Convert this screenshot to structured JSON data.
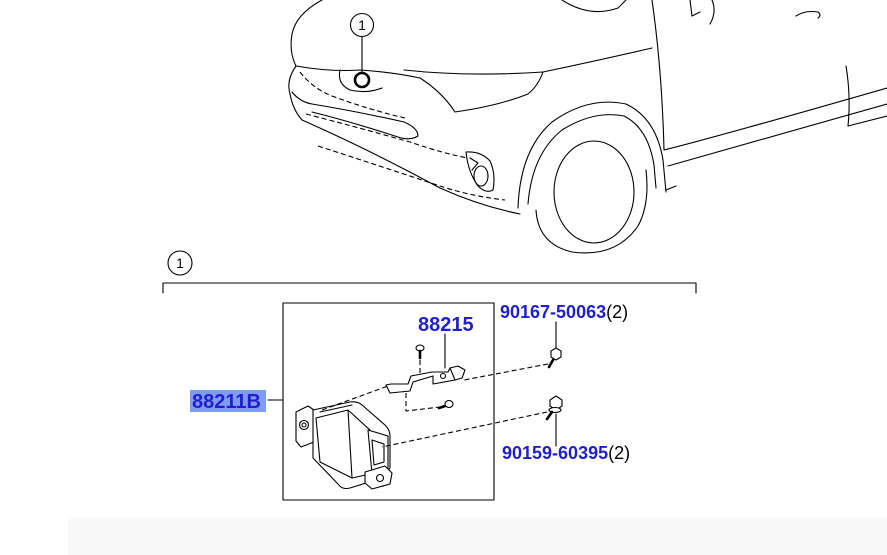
{
  "diagram": {
    "vehicle_callout": {
      "label": "1"
    },
    "assembly_callout": {
      "label": "1"
    },
    "parts": [
      {
        "number": "88215"
      },
      {
        "number": "90167-50063",
        "qty": "(2)"
      },
      {
        "number": "88211B",
        "selected": true
      },
      {
        "number": "90159-60395",
        "qty": "(2)"
      }
    ]
  },
  "colors": {
    "part_link": "#1f1fcf",
    "selection_highlight": "#7f9cf2",
    "line": "#000000",
    "background": "#ffffff"
  }
}
